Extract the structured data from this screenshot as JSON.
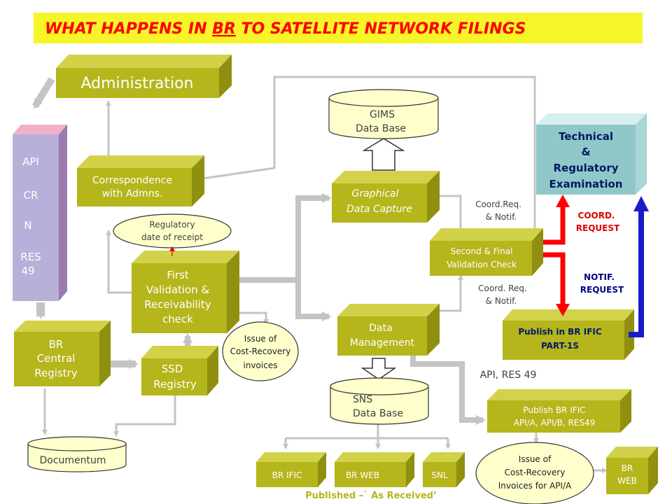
{
  "title": {
    "prefix": "WHAT HAPPENS IN ",
    "br": "BR",
    "to": " TO ",
    "suffix": "SATELLITE NETWORK FILINGS"
  },
  "colors": {
    "box_front": "#b5b51c",
    "box_top": "#d2d24a",
    "box_side": "#8f8f10",
    "title_bg": "#f5f52a",
    "title_text": "#ff0000",
    "arrow": "#c4c4c4",
    "red_arrow": "#ff0000",
    "blue_arrow": "#1a1acc",
    "tech_box": "#90c8c8"
  },
  "boxes": {
    "administration": "Administration",
    "api_column": [
      "API",
      "CR",
      "N",
      "RES",
      "49"
    ],
    "br_central_registry": [
      "BR",
      "Central",
      "Registry"
    ],
    "correspondence": [
      "Correspondence",
      "with Admns."
    ],
    "first_validation": [
      "First",
      "Validation &",
      "Receivability",
      "check"
    ],
    "ssd_registry": [
      "SSD",
      "Registry"
    ],
    "graphical_capture": [
      "Graphical",
      "Data Capture"
    ],
    "data_management": [
      "Data",
      "Management"
    ],
    "second_validation": [
      "Second & Final",
      "Validation Check"
    ],
    "technical_exam": [
      "Technical",
      "&",
      "Regulatory",
      "Examination"
    ],
    "publish_part1s": [
      "Publish in BR IFIC",
      "PART-1S"
    ],
    "publish_api": [
      "Publish BR IFIC",
      "API/A, API/B, RES49"
    ],
    "br_ific": "BR IFIC",
    "br_web_bottom": "BR WEB",
    "snl": "SNL",
    "br_web_right": [
      "BR",
      "WEB"
    ]
  },
  "databases": {
    "gims": [
      "GIMS",
      "Data Base"
    ],
    "sns": [
      "SNS",
      "Data Base"
    ],
    "documentum": "Documentum"
  },
  "ellipses": {
    "regulatory_date": [
      "Regulatory",
      "date of receipt"
    ],
    "cost_recovery": [
      "Issue of",
      "Cost-Recovery",
      "invoices"
    ],
    "cost_recovery_api": [
      "Issue of",
      "Cost-Recovery",
      "Invoices for API/A"
    ]
  },
  "labels": {
    "coord_req_notif_top": [
      "Coord.Req.",
      "& Notif."
    ],
    "coord_req_notif_bottom": [
      "Coord. Req.",
      "& Notif."
    ],
    "coord_request": [
      "COORD.",
      "REQUEST"
    ],
    "notif_request": [
      "NOTIF.",
      "REQUEST"
    ],
    "api_res49": "API, RES 49",
    "footer": "Published –` As Received’"
  }
}
